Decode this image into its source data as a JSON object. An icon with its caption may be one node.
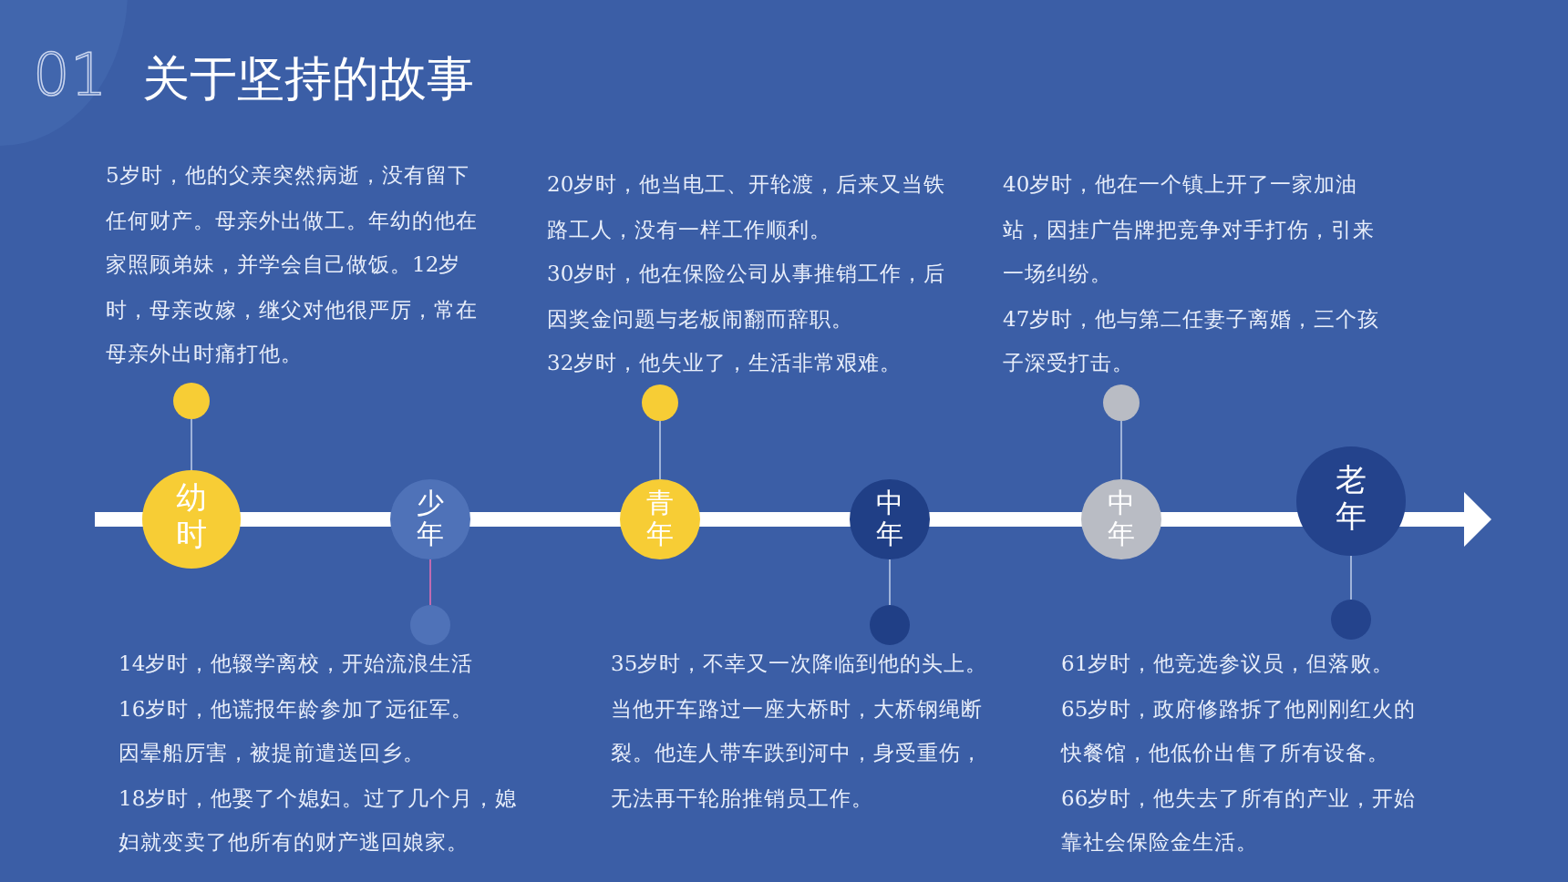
{
  "diagram": {
    "title": "关于坚持的故事",
    "nodes": [
      {
        "text": [
          "幼时"
        ]
      },
      {
        "text": [
          "少年"
        ]
      },
      {
        "text": [
          "青年"
        ]
      },
      {
        "text": [
          "中年"
        ]
      },
      {
        "text": [
          "中年"
        ]
      },
      {
        "text": [
          "老年"
        ]
      },
      {
        "text": [],
        "shape": "circle",
        "beside": [
          "5岁时，他的父亲突然病逝，没有留下任何财产。母亲外出做工。年幼的他在家照顾弟妹，并学会自己做饭。12岁时，母亲改嫁，继父对他很严厉，常在母亲外出时痛打他。"
        ]
      },
      {
        "text": [],
        "shape": "circle",
        "beside": [
          "14岁时，他辍学离校，开始流浪生活",
          "16岁时，他谎报年龄参加了远征军。",
          "因晕船厉害，被提前遣送回乡。",
          "18岁时，他娶了个媳妇。过了几个月，媳妇就变卖了他所有的财产逃回娘家。"
        ]
      },
      {
        "text": [],
        "shape": "circle",
        "beside": [
          "20岁时，他当电工、开轮渡，后来又当铁路工人，没有一样工作顺利。",
          "30岁时，他在保险公司从事推销工作，后因奖金问题与老板闹翻而辞职。",
          "32岁时，他失业了，生活非常艰难。"
        ]
      },
      {
        "text": [],
        "shape": "circle",
        "beside": [
          "35岁时，不幸又一次降临到他的头上。当他开车路过一座大桥时，大桥钢绳断裂。他连人带车跌到河中，身受重伤，无法再干轮胎推销员工作。"
        ]
      },
      {
        "text": [],
        "shape": "circle",
        "beside": [
          "40岁时，他在一个镇上开了一家加油站，因挂广告牌把竞争对手打伤，引来一场纠纷。",
          "47岁时，他与第二任妻子离婚，三个孩子深受打击。"
        ]
      },
      {
        "text": [],
        "shape": "circle",
        "beside": [
          "61岁时，他竞选参议员，但落败。",
          "65岁时，政府修路拆了他刚刚红火的快餐馆，他低价出售了所有设备。",
          "66岁时，他失去了所有的产业，开始靠社会保险金生活。"
        ]
      }
    ],
    "edges": [
      {
        "from": 6,
        "to": 0,
        "arrow": "none"
      },
      {
        "from": 7,
        "to": 1,
        "arrow": "none"
      },
      {
        "from": 8,
        "to": 2,
        "arrow": "none"
      },
      {
        "from": 9,
        "to": 3,
        "arrow": "none"
      },
      {
        "from": 10,
        "to": 4,
        "arrow": "none"
      },
      {
        "from": 11,
        "to": 5,
        "arrow": "none"
      }
    ],
    "labels": [
      "01"
    ]
  }
}
